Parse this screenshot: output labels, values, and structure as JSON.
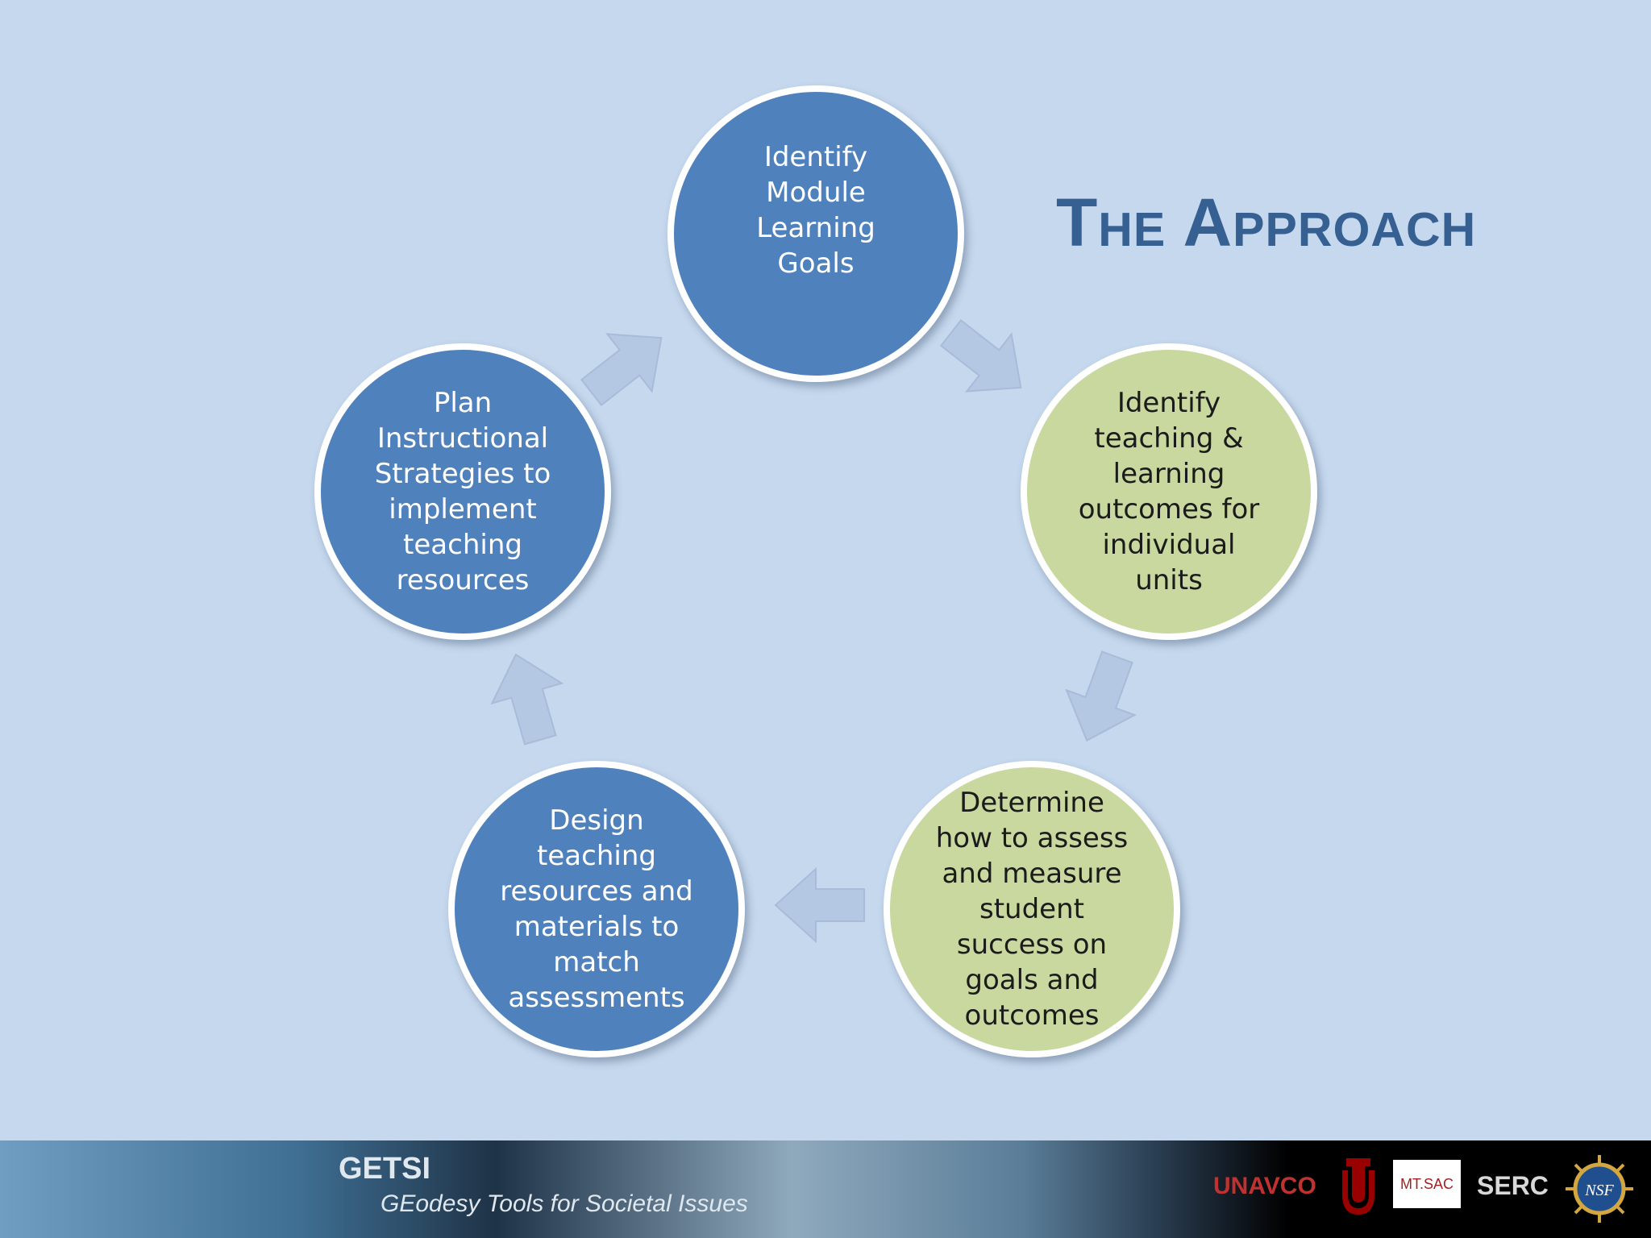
{
  "title": "The Approach",
  "colors": {
    "background": "#c5d8ee",
    "blue_node": "#4f81bd",
    "green_node": "#c8d89e",
    "arrow": "#b4c7e3",
    "title": "#366092"
  },
  "nodes": [
    {
      "text": "Identify Module Learning Goals",
      "color": "blue"
    },
    {
      "text": "Identify teaching & learning outcomes for individual units",
      "color": "green"
    },
    {
      "text": "Determine how to assess and measure student success on goals and outcomes",
      "color": "green"
    },
    {
      "text": "Design teaching resources and materials to match assessments",
      "color": "blue"
    },
    {
      "text": "Plan Instructional Strategies to implement teaching resources",
      "color": "blue"
    }
  ],
  "footer": {
    "getsi": "GETSI",
    "tagline": "GEodesy Tools for Societal Issues",
    "logos": {
      "unavco": "UNAVCO",
      "mtsac": "MT.SAC",
      "serc": "SERC",
      "nsf": "NSF"
    }
  }
}
